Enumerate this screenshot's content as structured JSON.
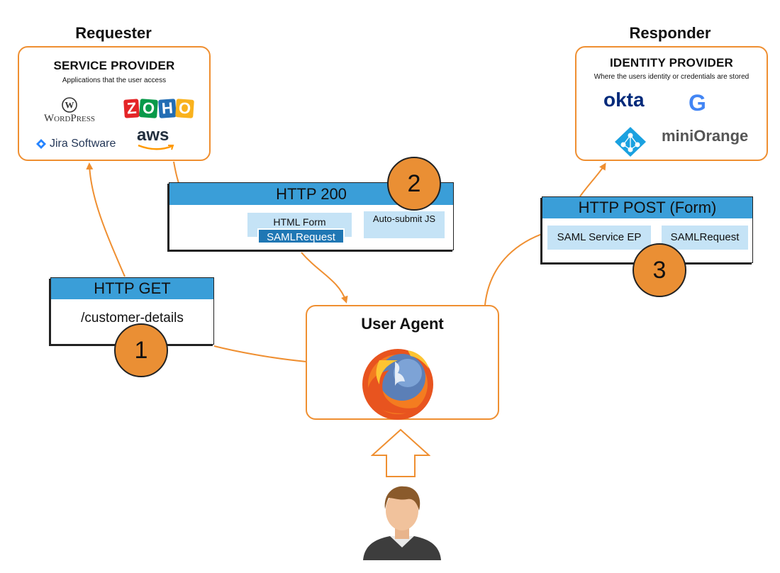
{
  "requester": {
    "role": "Requester",
    "title": "SERVICE PROVIDER",
    "subtitle": "Applications that the user access",
    "apps": {
      "wordpress": "WordPress",
      "zoho": "ZOHO",
      "jira": "Jira Software",
      "aws": "aws"
    }
  },
  "responder": {
    "role": "Responder",
    "title": "IDENTITY PROVIDER",
    "subtitle": "Where the users identity or credentials are stored",
    "providers": {
      "okta": "okta",
      "google": "G",
      "miniorange": "miniOrange"
    }
  },
  "messages": {
    "get": {
      "title": "HTTP GET",
      "path": "/customer-details"
    },
    "ok": {
      "title": "HTTP 200",
      "form": "HTML Form",
      "saml": "SAMLRequest",
      "autosubmit": "Auto-submit JS"
    },
    "post": {
      "title": "HTTP POST (Form)",
      "endpoint": "SAML Service EP",
      "saml": "SAMLRequest"
    }
  },
  "steps": [
    "1",
    "2",
    "3"
  ],
  "user_agent": {
    "title": "User Agent"
  },
  "colors": {
    "accent_orange": "#ef8f31",
    "header_blue": "#3a9ed8",
    "chip_blue": "#c5e3f6",
    "step_orange": "#ea8f34"
  }
}
